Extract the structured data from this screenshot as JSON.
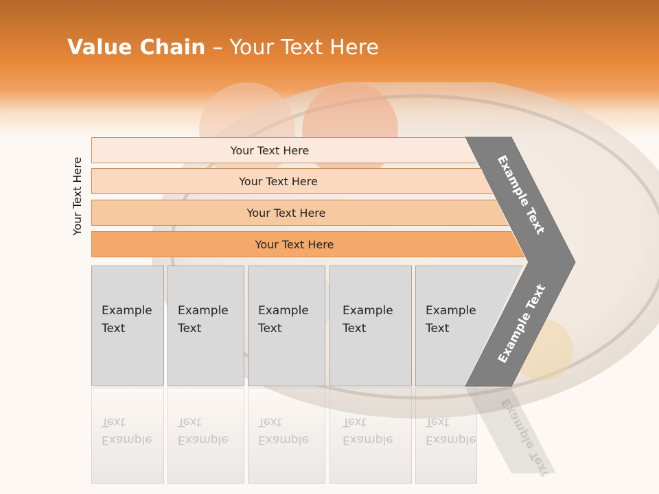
{
  "slide": {
    "title_bold": "Value Chain",
    "title_rest": " – Your Text Here"
  },
  "side_label": "Your Text Here",
  "bands": [
    {
      "label": "Your Text Here",
      "color": "#fde9db"
    },
    {
      "label": "Your Text Here",
      "color": "#fad9be"
    },
    {
      "label": "Your Text Here",
      "color": "#f7c9a1"
    },
    {
      "label": "Your Text Here",
      "color": "#f4a96a"
    }
  ],
  "boxes": [
    {
      "line1": "Example",
      "line2": "Text"
    },
    {
      "line1": "Example",
      "line2": "Text"
    },
    {
      "line1": "Example",
      "line2": "Text"
    },
    {
      "line1": "Example",
      "line2": "Text"
    },
    {
      "line1": "Example",
      "line2": "Text"
    }
  ],
  "chevron": {
    "upper_label": "Example Text",
    "lower_label": "Example Text",
    "color": "#808080"
  },
  "colors": {
    "header_orange": "#e8883a",
    "box_fill": "#d9d9d9"
  }
}
